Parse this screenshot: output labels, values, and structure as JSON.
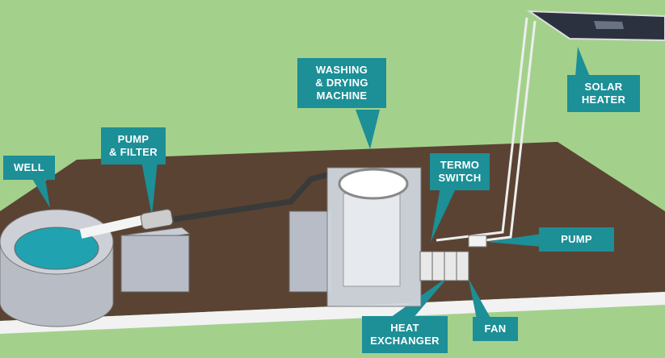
{
  "labels": {
    "well": "WELL",
    "pump_filter": [
      "PUMP",
      "& FILTER"
    ],
    "machine": [
      "WASHING",
      "& DRYING",
      "MACHINE"
    ],
    "termo_switch": [
      "TERMO",
      "SWITCH"
    ],
    "solar_heater": [
      "SOLAR",
      "HEATER"
    ],
    "pump": "PUMP",
    "heat_exchanger": [
      "HEAT",
      "EXCHANGER"
    ],
    "fan": "FAN"
  },
  "colors": {
    "background": "#a3d18c",
    "board": "#5a4333",
    "label": "#1c8f97"
  }
}
